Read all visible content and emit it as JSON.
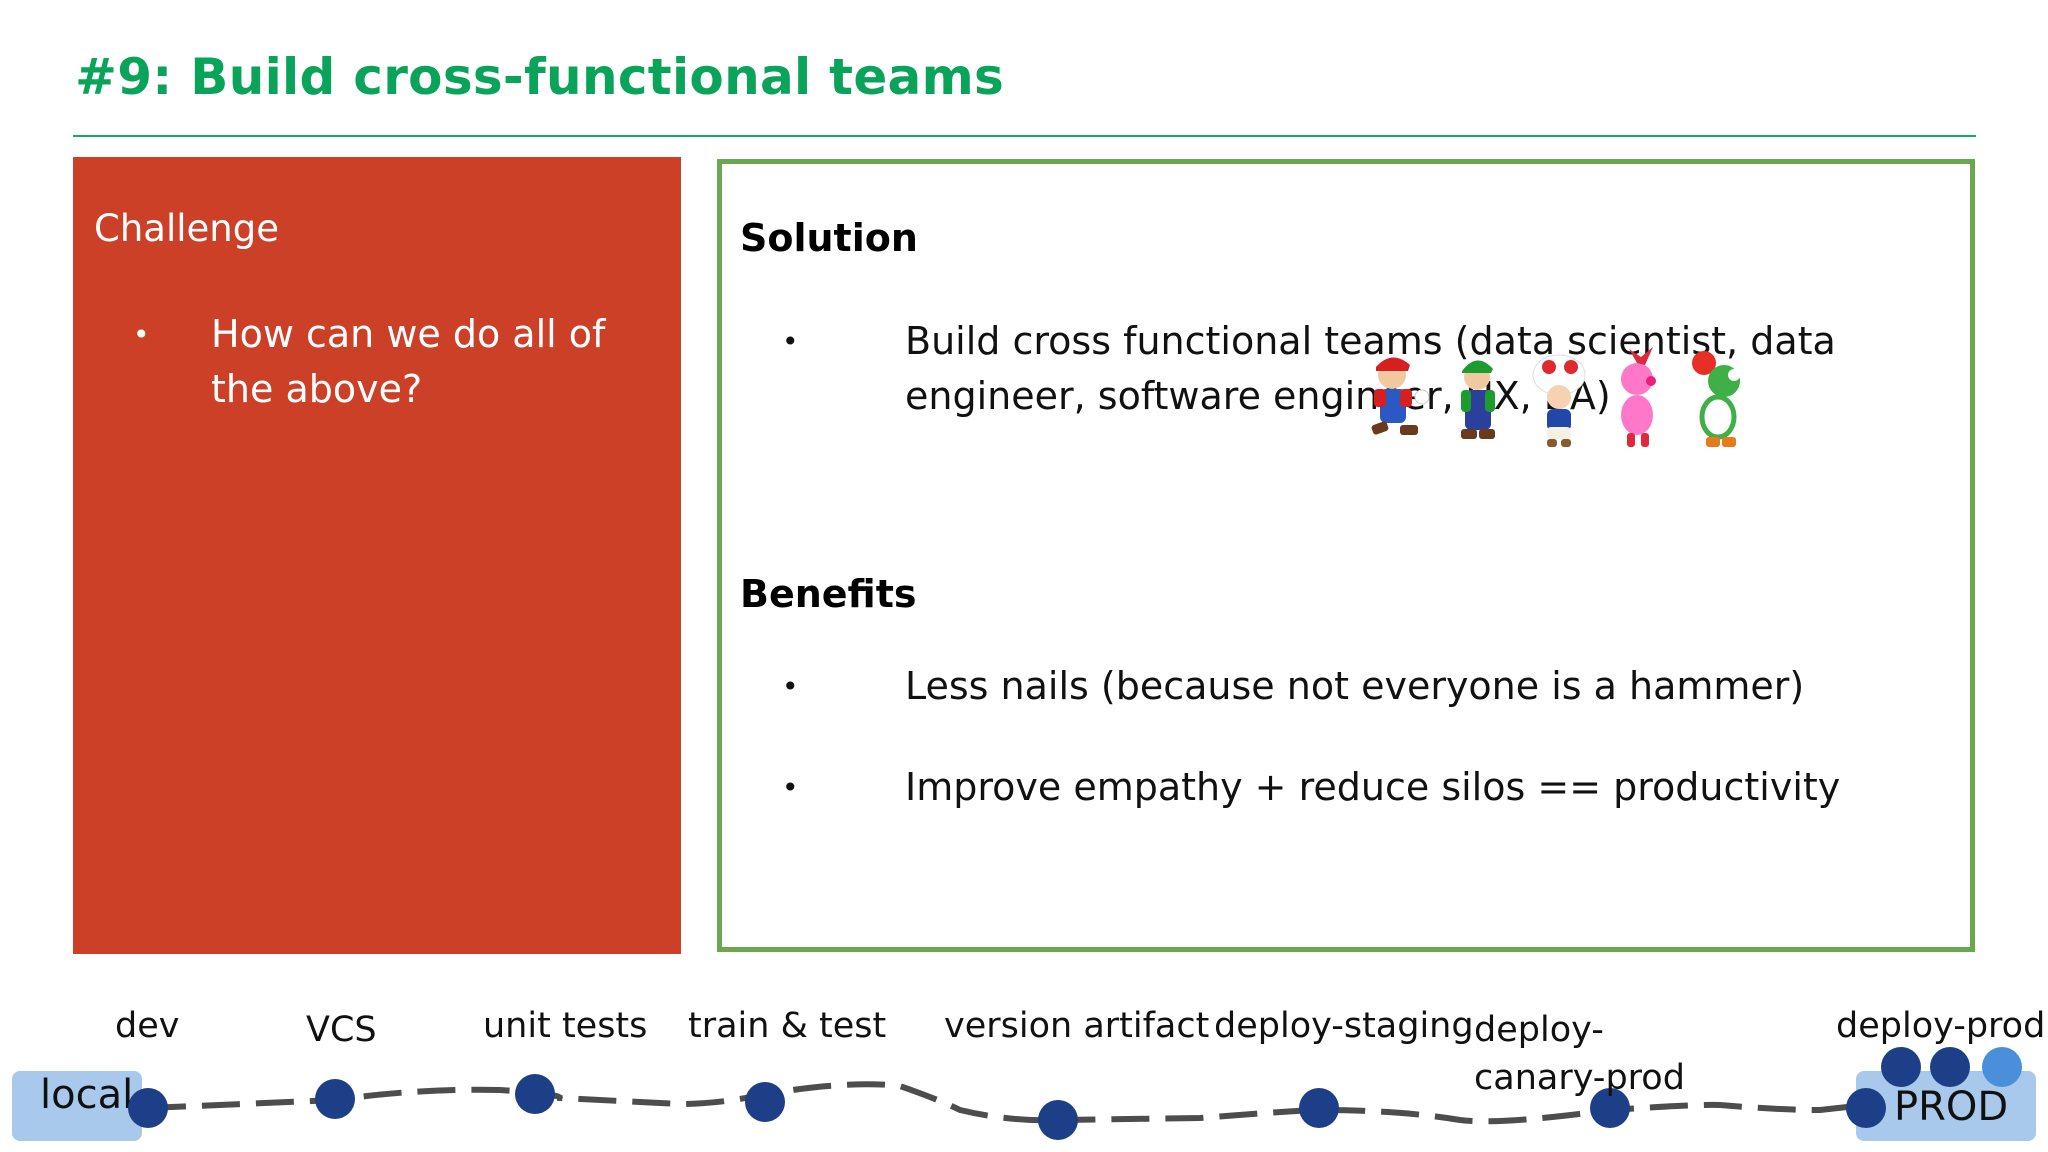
{
  "slide": {
    "title": "#9: Build cross-functional teams"
  },
  "challenge": {
    "heading": "Challenge",
    "items": [
      "How can we do all of the above?"
    ]
  },
  "solution": {
    "heading": "Solution",
    "items": [
      "Build cross functional teams (data scientist, data engineer, software engineer, UX, BA)"
    ]
  },
  "benefits": {
    "heading": "Benefits",
    "items": [
      "Less nails (because not everyone is a hammer)",
      "Improve empathy + reduce silos == productivity"
    ]
  },
  "pipeline": {
    "stages": [
      "dev",
      "VCS",
      "unit tests",
      "train & test",
      "version artifact",
      "deploy-staging",
      "deploy-canary-prod",
      "deploy-prod"
    ],
    "environments": {
      "local": "local",
      "prod": "PROD"
    }
  },
  "colors": {
    "title": "#0aa35a",
    "challenge_bg": "#cc4028",
    "solution_border": "#69a84f",
    "pipeline_dot": "#1d3f87",
    "env_box": "#a9c9ec"
  },
  "illustration": {
    "characters": [
      "mario",
      "luigi",
      "toad",
      "birdo",
      "yoshi"
    ]
  }
}
